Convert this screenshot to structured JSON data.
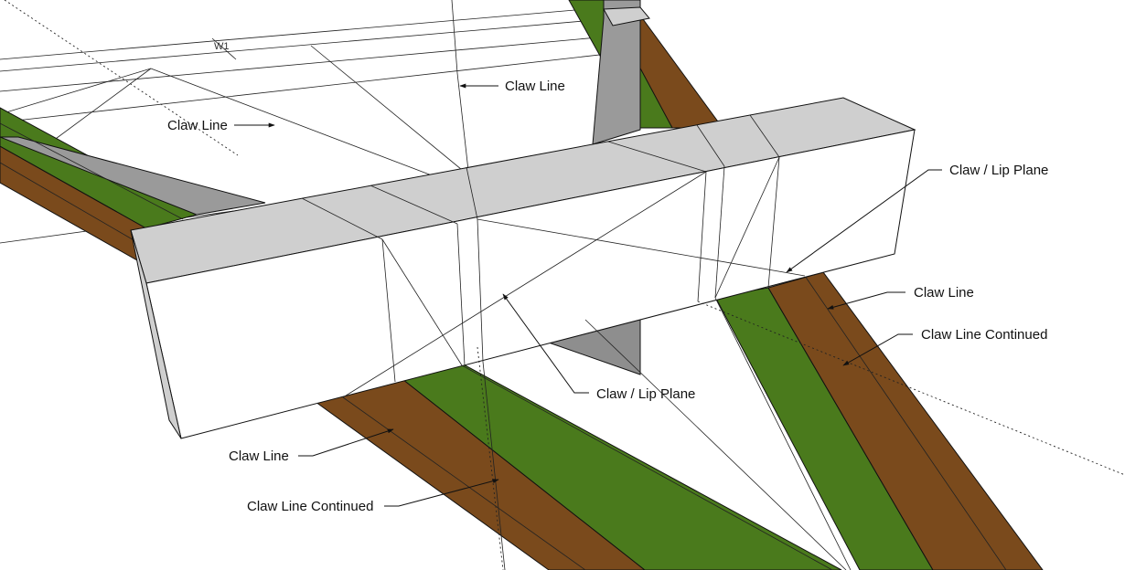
{
  "colors": {
    "green": "#4a7a1c",
    "brown": "#7a4a1c",
    "top_face": "#cfcfcf",
    "side_face": "#ffffff",
    "shadow_dark": "#8e8e8e",
    "shadow_mid": "#a8a8a8",
    "line": "#111111"
  },
  "labels": {
    "dimension_w1": "W1",
    "claw_line_top": "Claw Line",
    "claw_line_left": "Claw Line",
    "claw_lip_plane_right": "Claw / Lip Plane",
    "claw_line_right": "Claw Line",
    "claw_line_continued_right": "Claw Line Continued",
    "claw_lip_plane_center": "Claw / Lip Plane",
    "claw_line_bottom": "Claw Line",
    "claw_line_continued_bottom": "Claw Line Continued"
  }
}
